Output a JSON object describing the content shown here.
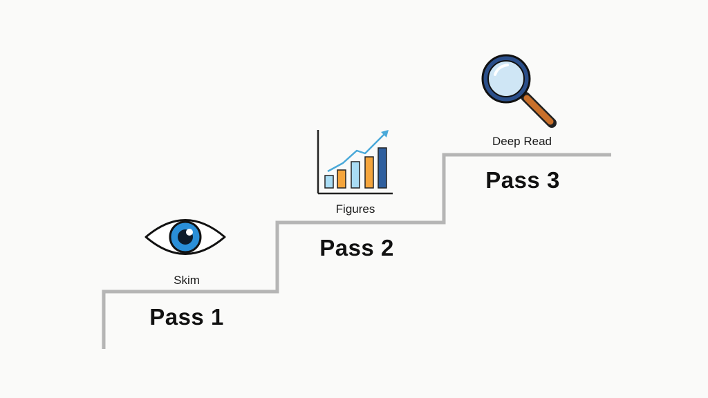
{
  "steps": [
    {
      "title": "Pass 1",
      "caption": "Skim",
      "icon": "eye-icon"
    },
    {
      "title": "Pass 2",
      "caption": "Figures",
      "icon": "bar-chart-icon"
    },
    {
      "title": "Pass 3",
      "caption": "Deep Read",
      "icon": "magnifier-icon"
    }
  ],
  "colors": {
    "stair": "#b5b5b5",
    "eye_iris": "#2a8fd8",
    "bar_light_blue": "#a9dcf4",
    "bar_orange": "#f5a53c",
    "bar_dark_blue": "#2f5f9e",
    "trend_arrow": "#4aa9d9",
    "magnifier_rim": "#2b4f8a",
    "magnifier_handle": "#c9702b"
  }
}
